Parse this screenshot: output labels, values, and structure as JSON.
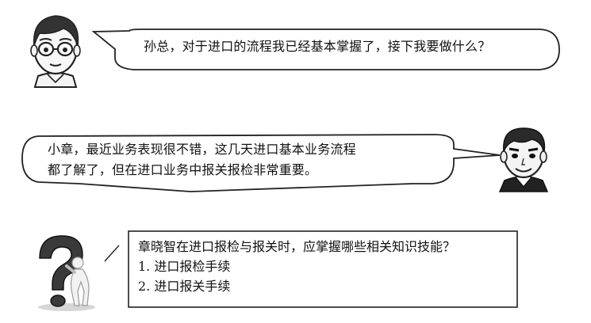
{
  "dialog": {
    "line1": "孙总，对于进口的流程我已经基本掌握了，接下我要做什么？",
    "line2a": "小章，最近业务表现很不错，这几天进口基本业务流程",
    "line2b": "都了解了，但在进口业务中报关报检非常重要。"
  },
  "question_box": {
    "question": "章晓智在进口报检与报关时，应掌握哪些相关知识技能？",
    "items": [
      "1.  进口报检手续",
      "2.  进口报关手续"
    ]
  },
  "icons": {
    "student": "student-with-glasses-icon",
    "manager": "manager-face-icon",
    "question": "question-mark-figure-icon"
  }
}
